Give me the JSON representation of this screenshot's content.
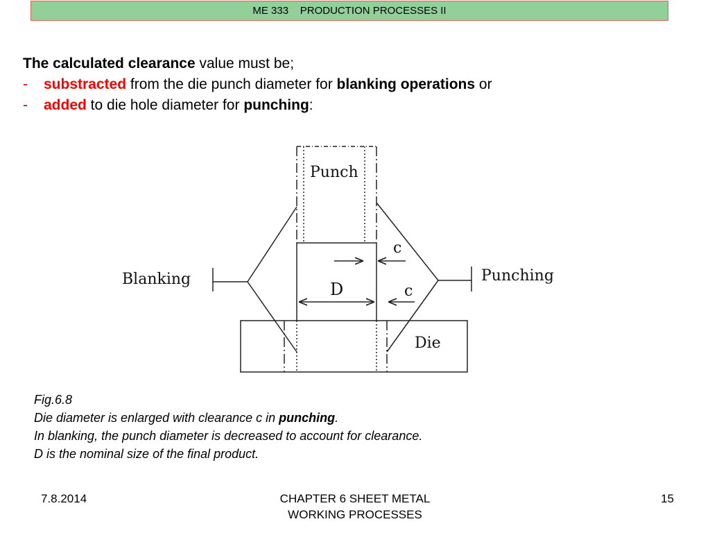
{
  "header": {
    "title": "ME 333    PRODUCTION PROCESSES II"
  },
  "intro": {
    "line1": {
      "bold": "The calculated clearance",
      "rest": " value must be;"
    },
    "line2": {
      "dash": "-",
      "red": "substracted",
      "mid": " from the die punch diameter for ",
      "bold": "blanking operations",
      "end": " or"
    },
    "line3": {
      "dash": "-",
      "red": "added",
      "mid": " to die hole diameter for ",
      "bold": "punching",
      "end": ":"
    }
  },
  "figure": {
    "punch_label": "Punch",
    "die_label": "Die",
    "blanking_label": "Blanking",
    "punching_label": "Punching",
    "d_label": "D",
    "c_label": "c"
  },
  "caption": {
    "line1": "Fig.6.8",
    "line2_pre": "Die diameter is enlarged with clearance c in ",
    "line2_bold": "punching",
    "line2_post": ".",
    "line3": "In blanking, the punch diameter is decreased to account for clearance.",
    "line4": "D is the nominal size of the final product."
  },
  "footer": {
    "date": "7.8.2014",
    "chapter_line1": "CHAPTER 6 SHEET METAL",
    "chapter_line2": "WORKING PROCESSES",
    "page": "15"
  },
  "colors": {
    "header_bg": "#92d09a",
    "header_border": "#e06050",
    "accent_red": "#ff0000",
    "dash_red": "#c00000"
  }
}
